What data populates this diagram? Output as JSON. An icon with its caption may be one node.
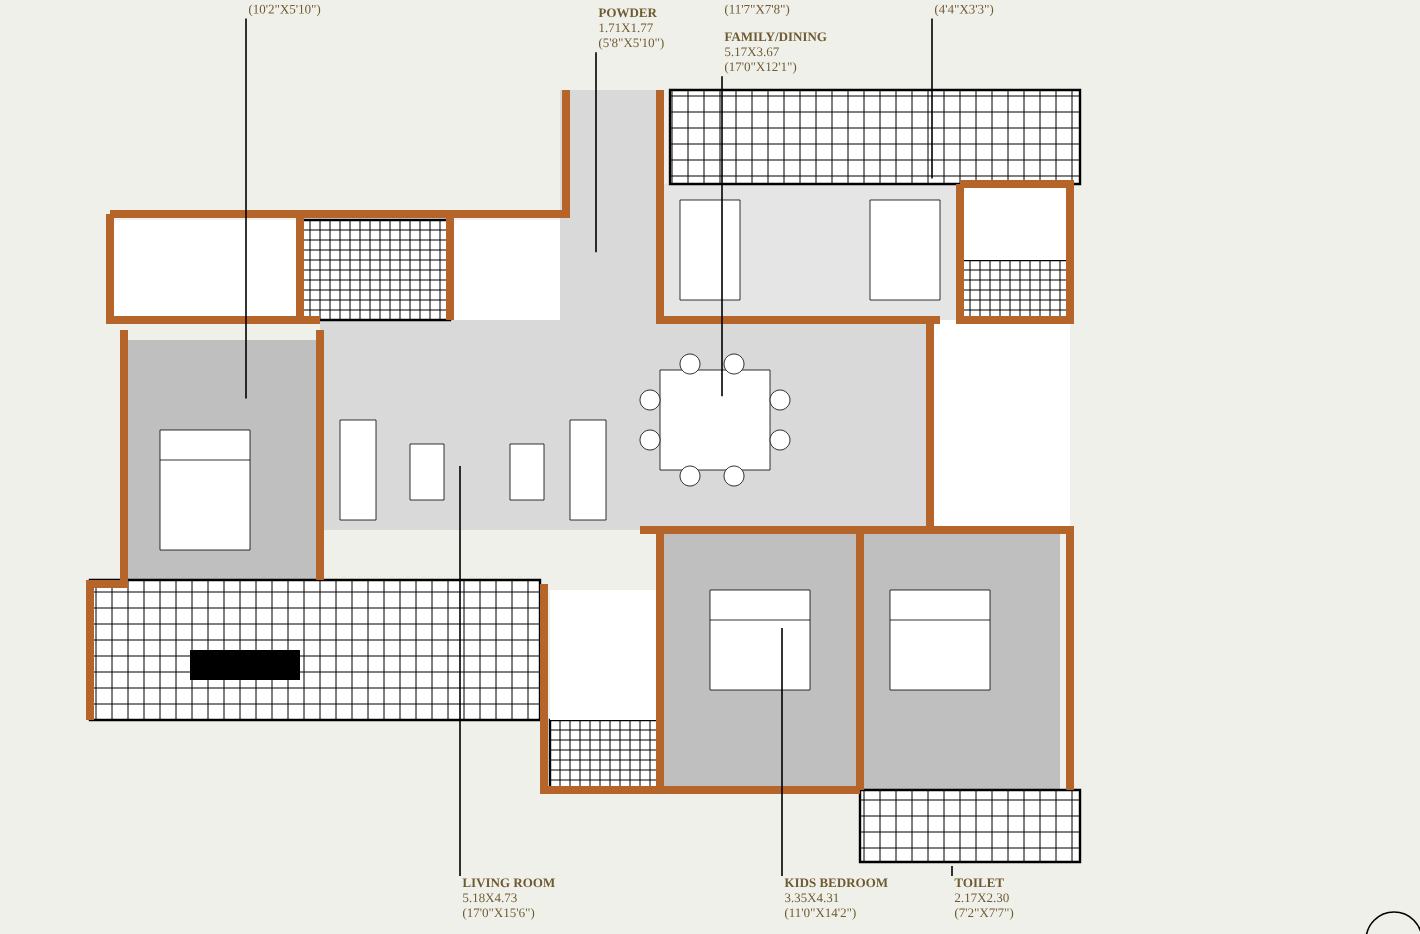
{
  "diagram": {
    "nodes": [
      {
        "text": [
          "(10'2\"X5'10\")"
        ]
      },
      {
        "text": [
          "POWDER",
          "1.71X1.77",
          "(5'8\"X5'10\")"
        ]
      },
      {
        "text": [
          "FAMILY/DINING",
          "5.17X3.67",
          "(17'0\"X12'1\")"
        ]
      },
      {
        "text": [
          "(4'4\"X3'3\")"
        ]
      },
      {
        "text": [
          "LIVING ROOM",
          "5.18X4.73",
          "(17'0\"X15'6\")"
        ]
      },
      {
        "text": [
          "KIDS BEDROOM",
          "3.35X4.31",
          "(11'0\"X14'2\")"
        ]
      },
      {
        "text": [
          "TOILET",
          "2.17X2.30",
          "(7'2\"X7'7\")"
        ]
      }
    ],
    "edges": [
      {
        "from": 0,
        "to": null,
        "arrow": "none"
      },
      {
        "from": 1,
        "to": null,
        "arrow": "none"
      },
      {
        "from": 2,
        "to": null,
        "arrow": "none"
      },
      {
        "from": 3,
        "to": null,
        "arrow": "none"
      },
      {
        "from": 4,
        "to": null,
        "arrow": "none"
      },
      {
        "from": 5,
        "to": null,
        "arrow": "none"
      },
      {
        "from": 6,
        "to": null,
        "arrow": "none"
      }
    ],
    "labels": [
      "(11'7\"X7'8\")"
    ]
  }
}
